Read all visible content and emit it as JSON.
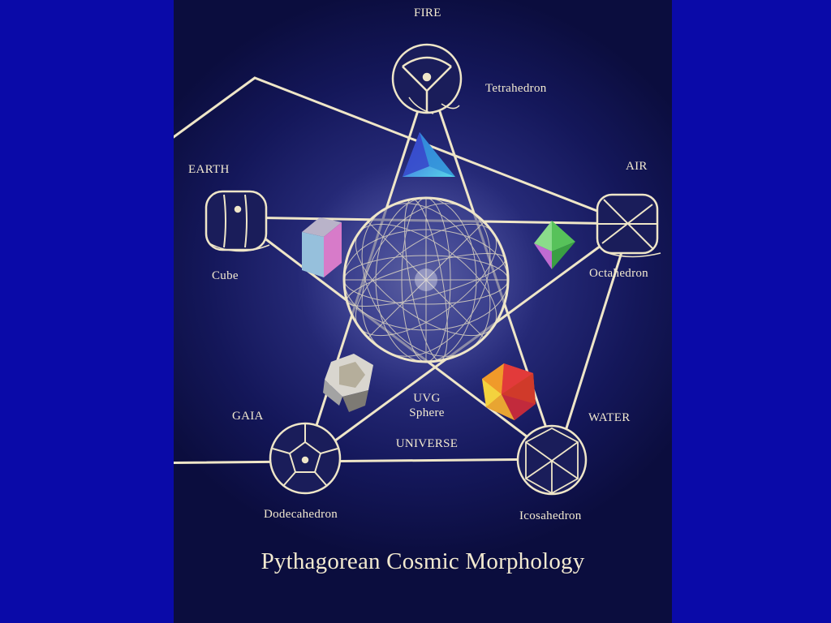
{
  "title": "Pythagorean Cosmic Morphology",
  "elements": {
    "fire": "FIRE",
    "air": "AIR",
    "earth": "EARTH",
    "gaia": "GAIA",
    "water": "WATER"
  },
  "solids": {
    "tetrahedron": "Tetrahedron",
    "octahedron": "Octahedron",
    "cube": "Cube",
    "dodecahedron": "Dodecahedron",
    "icosahedron": "Icosahedron"
  },
  "center": {
    "line1": "UVG",
    "line2": "Sphere",
    "universe": "UNIVERSE"
  },
  "colors": {
    "background": "#0a0aa8",
    "line": "#efe6c8",
    "text": "#f3ead0"
  }
}
